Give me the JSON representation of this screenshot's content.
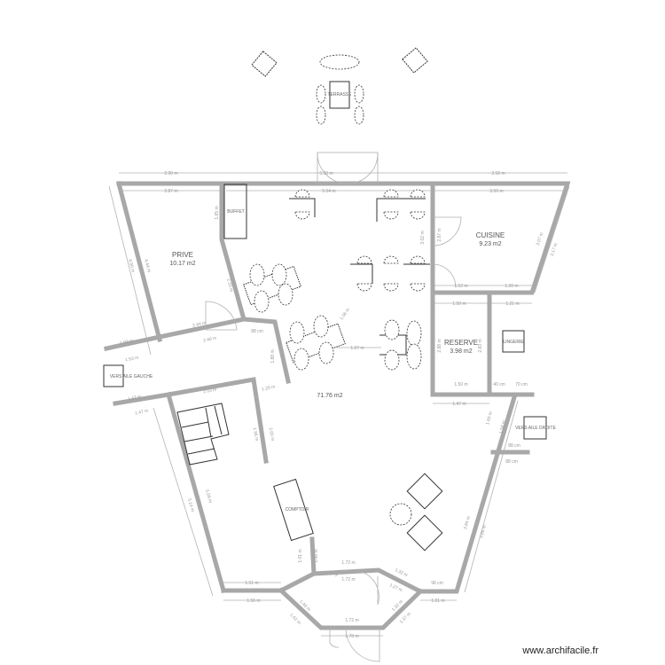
{
  "rooms": {
    "prive": {
      "name": "PRIVE",
      "area": "10.17 m2"
    },
    "cuisine": {
      "name": "CUISINE",
      "area": "9.23 m2"
    },
    "reserve": {
      "name": "RESERVE",
      "area": "3.98 m2"
    },
    "salle": {
      "area": "71.76 m2"
    }
  },
  "furniture": {
    "terrasse": "TERRASSE",
    "buffet": "BUFFET",
    "lingerie": "LINGERIE",
    "vers_aile_gauche": "VERS AILE GAUCHE",
    "vers_aile_droite": "VERS AILE DROITE",
    "comptoir": "COMPTOIR"
  },
  "dims": [
    "2.90 m",
    "5.50 m",
    "3.58 m",
    "2.87 m",
    "5.54 m",
    "3.50 m",
    "1.65 m",
    "4.90 m",
    "4.44 m",
    "2.33 m",
    "3.02 m",
    "2.87 m",
    "3.07 m",
    "3.17 m",
    "1.52 m",
    "1.20 m",
    "1.50 m",
    "1.21 m",
    "2.44 m",
    "2.46 m",
    "1.93 m",
    "1.53 m",
    "1.47 m",
    "1.47 m",
    "88 cm",
    "1.88 m",
    "1.07 m",
    "1.06 m",
    "2.03 m",
    "1.20 m",
    "1.96 m",
    "2.00 m",
    "2.88 m",
    "2.83 m",
    "1.50 m",
    "1.47 m",
    "40 cm",
    "70 cm",
    "1.60 m",
    "1.58 m",
    "88 cm",
    "88 cm",
    "1.51 m",
    "1.56 m",
    "1.72 m",
    "1.72 m",
    "1.32 m",
    "1.27 m",
    "98 cm",
    "1.01 m",
    "1.40 m",
    "1.42 m",
    "1.72 m",
    "1.78 m",
    "1.32 m",
    "1.37 m",
    "3.84 m",
    "3.86 m",
    "5.14 m",
    "5.09 m",
    "1.01 m",
    "1.00 m"
  ],
  "watermark": "www.archifacile.fr",
  "colors": {
    "wall": "#a8a8a8",
    "furniture": "#333333",
    "dimension": "#b3b3b3"
  }
}
